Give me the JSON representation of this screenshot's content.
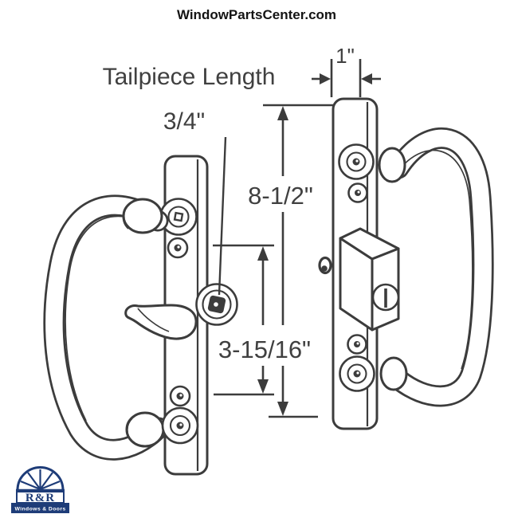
{
  "header": {
    "site_name": "WindowPartsCenter.com"
  },
  "annotations": {
    "tailpiece_label": "Tailpiece Length",
    "tailpiece_value": "3/4\"",
    "plate_width": "1\"",
    "upper_span": "8-1/2\"",
    "lower_span": "3-15/16\""
  },
  "logo": {
    "brand": "R&R",
    "tagline": "Windows & Doors"
  },
  "colors": {
    "line": "#3c3c3c",
    "text": "#404040",
    "background": "#ffffff",
    "logo_navy": "#1e3c78"
  }
}
